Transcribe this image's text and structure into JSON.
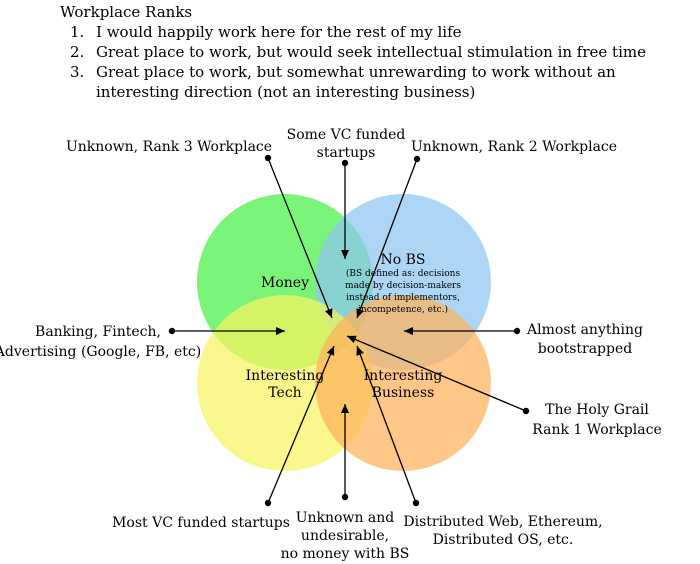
{
  "title": "Workplace Ranks",
  "ranks": [
    {
      "num": "1.",
      "text": "I would happily work here for the rest of my life"
    },
    {
      "num": "2.",
      "text": "Great place to work, but would seek intellectual stimulation in free time"
    },
    {
      "num": "3.",
      "text": "Great place to work, but somewhat unrewarding to work without an interesting direction (not an interesting business)"
    }
  ],
  "circles": {
    "money": {
      "label": "Money",
      "color": "#5cf15c"
    },
    "no_bs": {
      "label": "No BS",
      "note": [
        "(BS defined as: decisions",
        "made by decision-makers",
        "instead of implementors,",
        "incompetence, etc.)"
      ],
      "color": "#8ec6f2"
    },
    "tech": {
      "label": [
        "Interesting",
        "Tech"
      ],
      "color": "#f6f35e"
    },
    "business": {
      "label": [
        "Interesting",
        "Business"
      ],
      "color": "#fdb25a"
    }
  },
  "callouts": {
    "rank3": "Unknown, Rank 3 Workplace",
    "some_vc": [
      "Some VC funded",
      "startups"
    ],
    "rank2": "Unknown, Rank 2 Workplace",
    "banking": [
      "Banking, Fintech,",
      "Advertising (Google, FB, etc)"
    ],
    "bootstrapped": [
      "Almost anything",
      "bootstrapped"
    ],
    "holy_grail": [
      "The Holy Grail",
      "Rank 1 Workplace"
    ],
    "most_vc": "Most VC funded startups",
    "undesirable": [
      "Unknown and",
      "undesirable,",
      "no money with BS"
    ],
    "distributed": [
      "Distributed Web, Ethereum,",
      "Distributed OS, etc."
    ]
  }
}
